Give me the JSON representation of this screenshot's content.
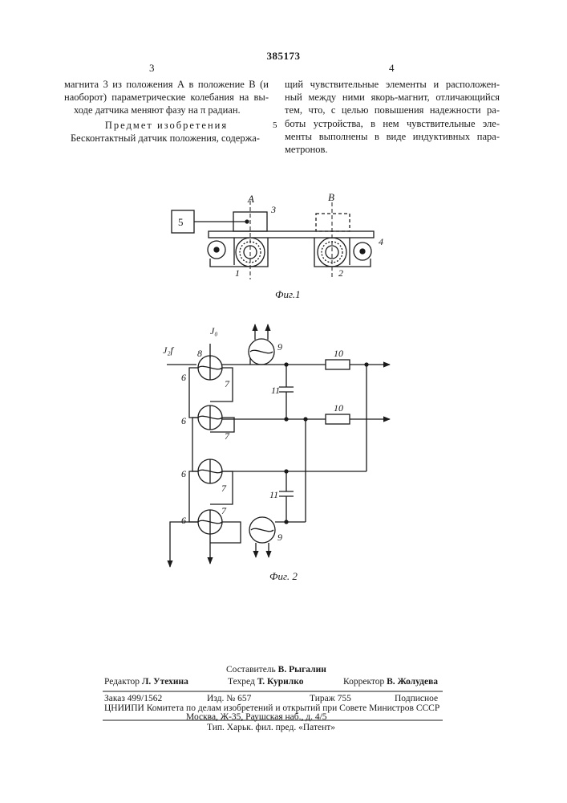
{
  "header": {
    "patent_number": "385173",
    "col_left_number": "3",
    "col_right_number": "4"
  },
  "left_column": {
    "lines": [
      "магнита 3 из положения А в положение В (и",
      "наоборот) параметрические колебания на вы-",
      "ходе датчика меняют фазу на π радиан."
    ],
    "heading": "Предмет изобретения",
    "claim_start": "Бесконтактный датчик положения, содержа-"
  },
  "right_column": {
    "lines": [
      "щий чувствительные элементы и расположен-",
      "ный между ними якорь-магнит, отличающийся",
      "тем, что, с целью повышения надежности ра-",
      "боты устройства, в нем чувствительные эле-",
      "менты выполнены в виде индуктивных пара-",
      "метронов."
    ]
  },
  "gutter_line_number": "5",
  "figure1": {
    "caption": "Фиг.1",
    "labels": {
      "block5": "5",
      "posA": "А",
      "posB": "В",
      "magnet3": "3",
      "element4": "4",
      "element1": "1",
      "element2": "2"
    }
  },
  "figure2": {
    "caption": "Фиг. 2",
    "labels": {
      "input_jo": "J₀",
      "input_j2f": "J₂f",
      "n8": "8",
      "n9a": "9",
      "n9b": "9",
      "n10a": "10",
      "n10b": "10",
      "n11a": "11",
      "n11b": "11",
      "n6a": "6",
      "n6b": "6",
      "n6c": "6",
      "n6d": "6",
      "n7a": "7",
      "n7b": "7",
      "n7c": "7",
      "n7d": "7"
    }
  },
  "footer": {
    "compiler_label": "Составитель",
    "compiler_name": "В. Рыгалин",
    "editor_label": "Редактор",
    "editor_name": "Л. Утехина",
    "techred_label": "Техред",
    "techred_name": "Т. Курилко",
    "corrector_label": "Корректор",
    "corrector_name": "В. Жолудева",
    "order": "Заказ 499/1562",
    "edition": "Изд. № 657",
    "print_run": "Тираж 755",
    "subscription": "Подписное",
    "org_line": "ЦНИИПИ Комитета по делам изобретений и открытий при Совете Министров СССР",
    "address": "Москва, Ж-35, Раушская наб., д. 4/5",
    "printer": "Тип. Харьк. фил. пред. «Патент»"
  }
}
